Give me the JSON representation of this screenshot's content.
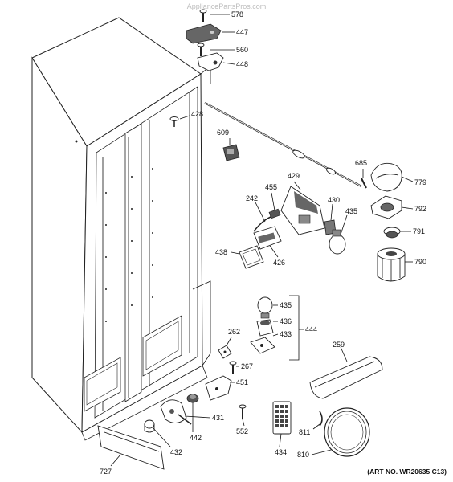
{
  "watermark": "AppliancePartsPros.com",
  "art_number": "(ART NO. WR20635 C13)",
  "callouts": {
    "p578": "578",
    "p447": "447",
    "p560": "560",
    "p448": "448",
    "p428": "428",
    "p609": "609",
    "p685": "685",
    "p779": "779",
    "p429": "429",
    "p455": "455",
    "p242": "242",
    "p430": "430",
    "p435a": "435",
    "p792": "792",
    "p791": "791",
    "p438": "438",
    "p426": "426",
    "p790": "790",
    "p435b": "435",
    "p436": "436",
    "p433": "433",
    "p444": "444",
    "p262": "262",
    "p267": "267",
    "p259": "259",
    "p451": "451",
    "p431": "431",
    "p442": "442",
    "p552": "552",
    "p811": "811",
    "p432": "432",
    "p434": "434",
    "p810": "810",
    "p727": "727"
  }
}
